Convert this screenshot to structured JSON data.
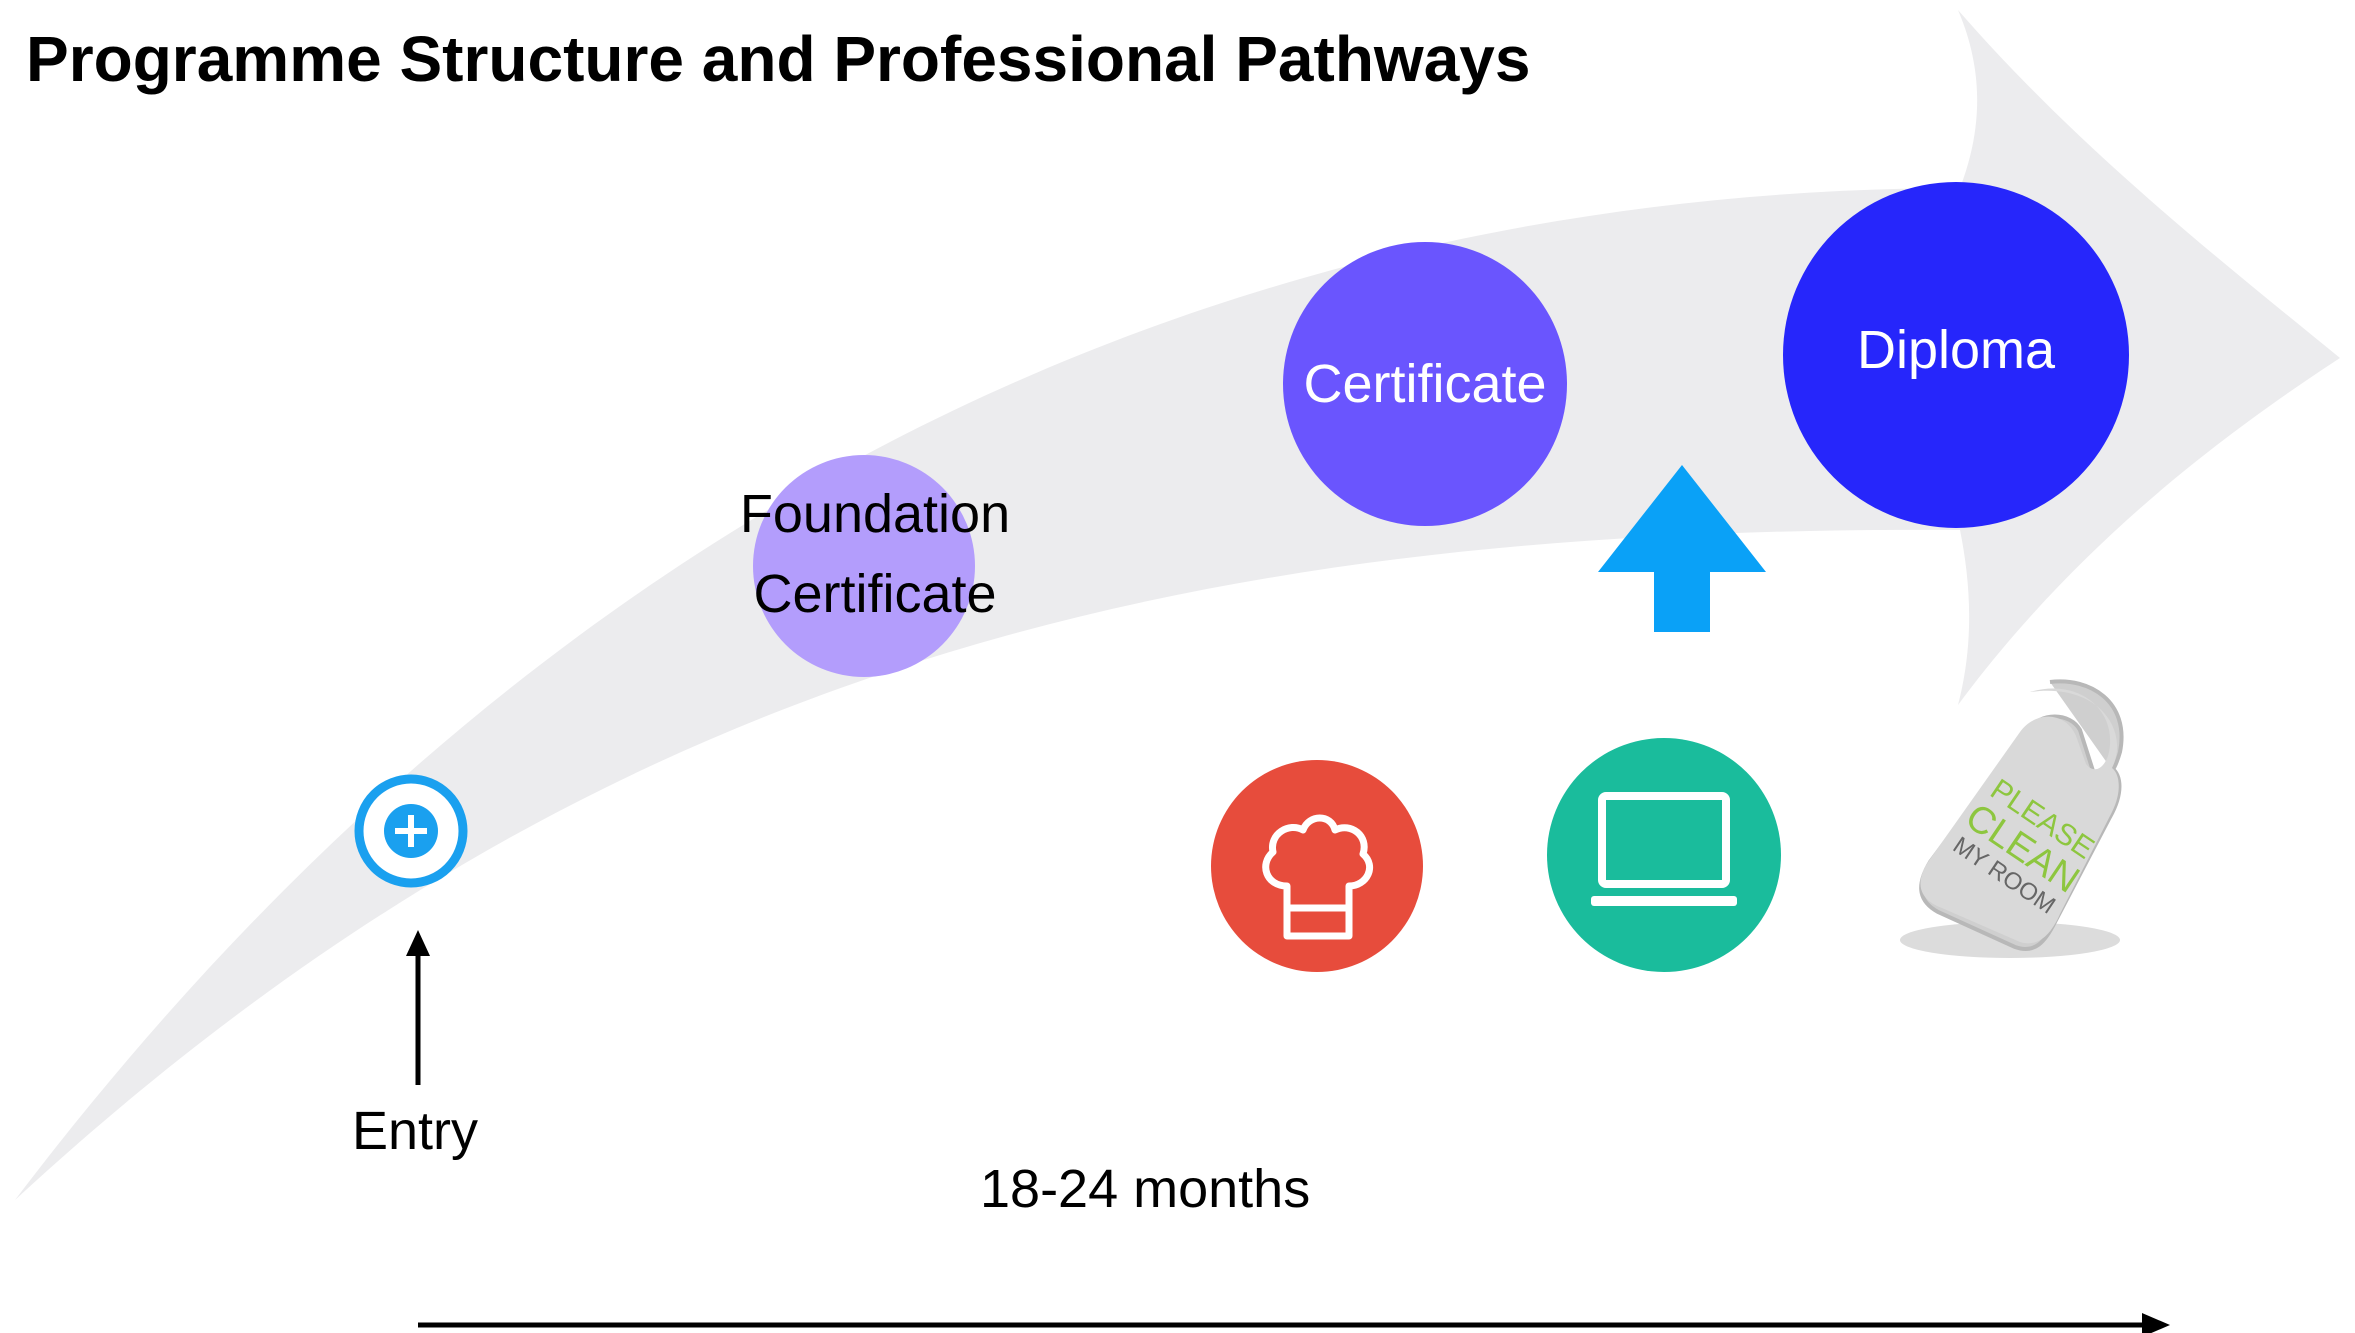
{
  "title": "Programme Structure and Professional Pathways",
  "stages": {
    "foundation": {
      "line1": "Foundation",
      "line2": "Certificate",
      "color": "#b39dfc"
    },
    "certificate": {
      "label": "Certificate",
      "color": "#6a55fe"
    },
    "diploma": {
      "label": "Diploma",
      "color": "#2626fb"
    }
  },
  "entry": {
    "label": "Entry",
    "icon": "plus-circle-icon",
    "color": "#1aa0ef"
  },
  "duration": {
    "label": "18-24 months"
  },
  "pathway_icons": [
    {
      "name": "chef-hat-icon",
      "color": "#e74c3c"
    },
    {
      "name": "laptop-icon",
      "color": "#1abc9c"
    },
    {
      "name": "door-hanger-icon"
    }
  ],
  "door_hanger": {
    "line1": "PLEASE",
    "line2": "CLEAN",
    "line3": "MY ROOM"
  },
  "progress_arrow_color": "#0aa1f7",
  "swoosh_color": "#ececee"
}
